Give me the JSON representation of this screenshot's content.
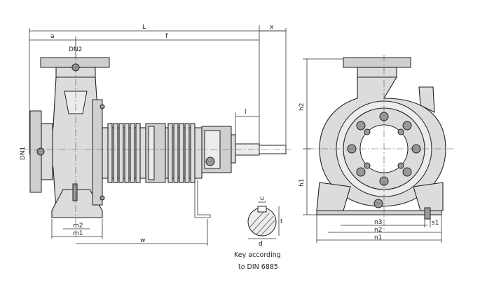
{
  "dimensions": {
    "L": "L",
    "a": "a",
    "f": "f",
    "x": "x",
    "DN2": "DN2",
    "DN1": "DN1",
    "l": "l",
    "m1": "m1",
    "m2": "m2",
    "w": "w",
    "h1": "h1",
    "h2": "h2",
    "n1": "n1",
    "n2": "n2",
    "n3": "n3",
    "s1": "s1",
    "u": "u",
    "t": "t",
    "d": "d"
  },
  "key_note": {
    "line1": "Key according",
    "line2": "to DIN 6885"
  }
}
